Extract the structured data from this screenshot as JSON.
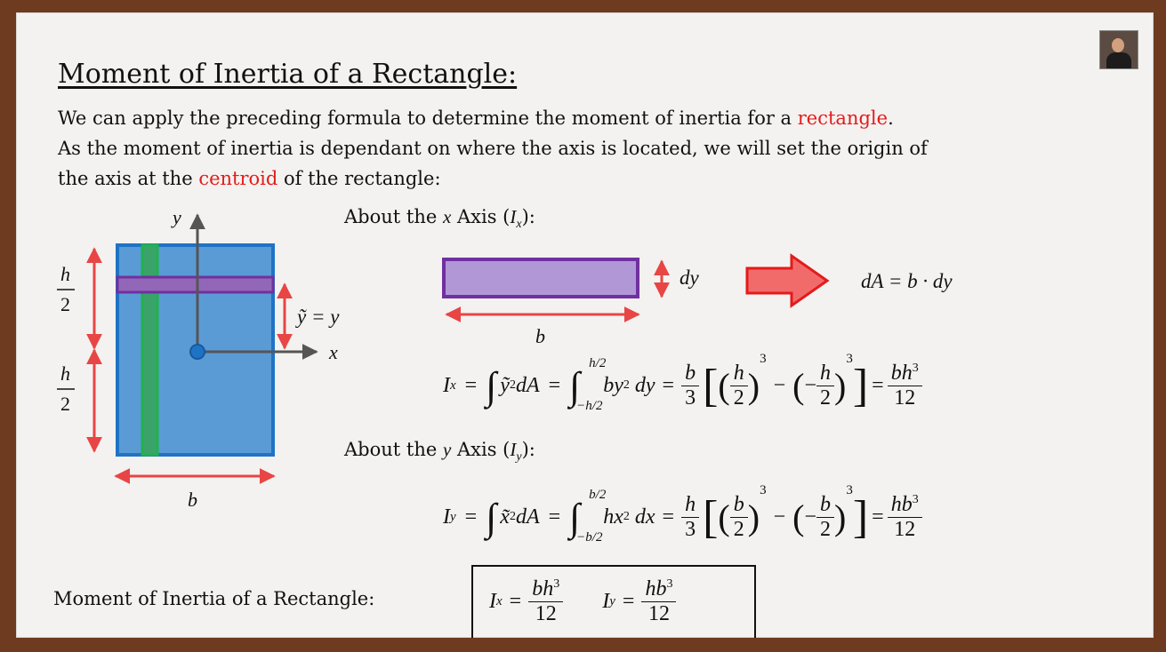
{
  "slide": {
    "title": "Moment of Inertia of a Rectangle:",
    "paragraph": {
      "line1_a": "We can apply the preceding formula to determine the moment of inertia for a ",
      "line1_hl": "rectangle",
      "line1_b": ".",
      "line2": "As the moment of inertia is dependant on where the axis is located, we will set the origin of",
      "line3_a": "the axis at the ",
      "line3_hl": "centroid",
      "line3_b": " of the rectangle:"
    },
    "highlight_color": "#e31b1b",
    "about_x": {
      "prefix": "About the ",
      "var": "x",
      "mid": " Axis (",
      "sym": "I",
      "sub": "x",
      "suffix": "):"
    },
    "about_y": {
      "prefix": "About the ",
      "var": "y",
      "mid": " Axis (",
      "sym": "I",
      "sub": "y",
      "suffix": "):"
    },
    "diagram": {
      "axis_y": "y",
      "axis_x": "x",
      "h": "h",
      "two": "2",
      "b": "b",
      "ytilde": "ỹ = y",
      "dy": "dy",
      "dA": "dA = b · dy",
      "rect_color": "#5b9bd5",
      "strip_h_color": "#7030a0",
      "strip_v_color": "#22b14c",
      "arrow_color": "#e84545"
    },
    "eq_x": {
      "lhs_sym": "I",
      "lhs_sub": "x",
      "eq": "=",
      "integrand": "ỹ",
      "pow": "2",
      "dA": "dA",
      "upper": "h/2",
      "lower": "−h/2",
      "body": "by",
      "body_pow": "2",
      "dvar": "dy",
      "coef_num": "b",
      "coef_den": "3",
      "in_num": "h",
      "in_den": "2",
      "minus": "−",
      "cube": "3",
      "res_num": "bh",
      "res_pow": "3",
      "res_den": "12"
    },
    "eq_y": {
      "lhs_sym": "I",
      "lhs_sub": "y",
      "eq": "=",
      "integrand": "x̃",
      "pow": "2",
      "dA": "dA",
      "upper": "b/2",
      "lower": "−b/2",
      "body": "hx",
      "body_pow": "2",
      "dvar": "dx",
      "coef_num": "h",
      "coef_den": "3",
      "in_num": "b",
      "in_den": "2",
      "minus": "−",
      "cube": "3",
      "res_num": "hb",
      "res_pow": "3",
      "res_den": "12"
    },
    "summary": {
      "label": "Moment of Inertia of a Rectangle:",
      "ix_sym": "I",
      "ix_sub": "x",
      "ix_num": "bh",
      "ix_pow": "3",
      "ix_den": "12",
      "iy_sym": "I",
      "iy_sub": "y",
      "iy_num": "hb",
      "iy_pow": "3",
      "iy_den": "12",
      "eq": "="
    }
  }
}
